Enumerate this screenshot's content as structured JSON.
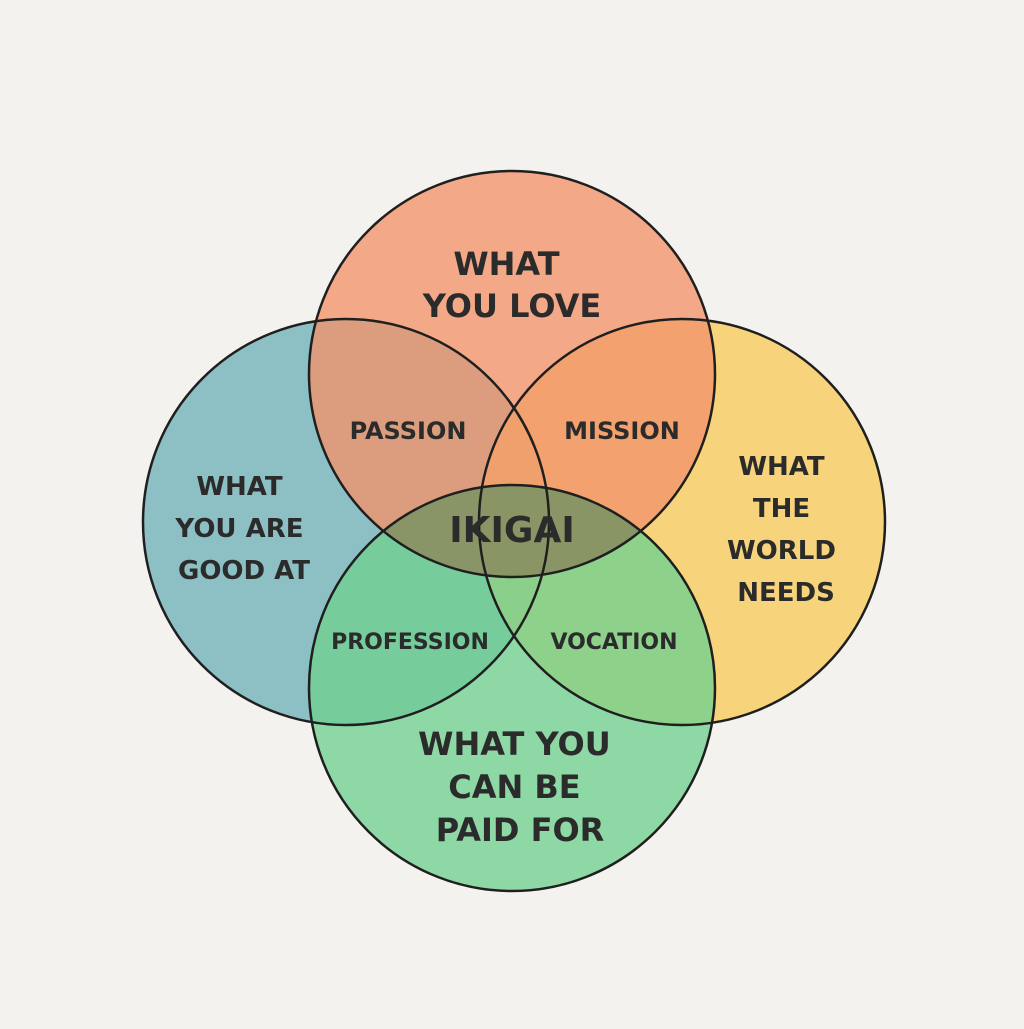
{
  "circles": {
    "love": {
      "lines": [
        "WHAT",
        "YOU LOVE"
      ],
      "fill": "#f2936a",
      "icon": "heart"
    },
    "good_at": {
      "lines": [
        "WHAT",
        "YOU ARE",
        "GOOD AT"
      ],
      "fill": "#7ab7bd"
    },
    "world_needs": {
      "lines": [
        "WHAT",
        "THE",
        "WORLD",
        "NEEDS"
      ],
      "fill": "#f7ce66"
    },
    "paid_for": {
      "lines": [
        "WHAT YOU",
        "CAN BE",
        "PAID FOR"
      ],
      "fill": "#6fd18f"
    }
  },
  "overlaps": {
    "passion": "PASSION",
    "mission": "MISSION",
    "profession": "PROFESSION",
    "vocation": "VOCATION",
    "ikigai": "IKIGAI"
  },
  "colors": {
    "background": "#f4f2ee",
    "stroke": "#1f1f1f",
    "center_fill": "#8a8f63"
  }
}
